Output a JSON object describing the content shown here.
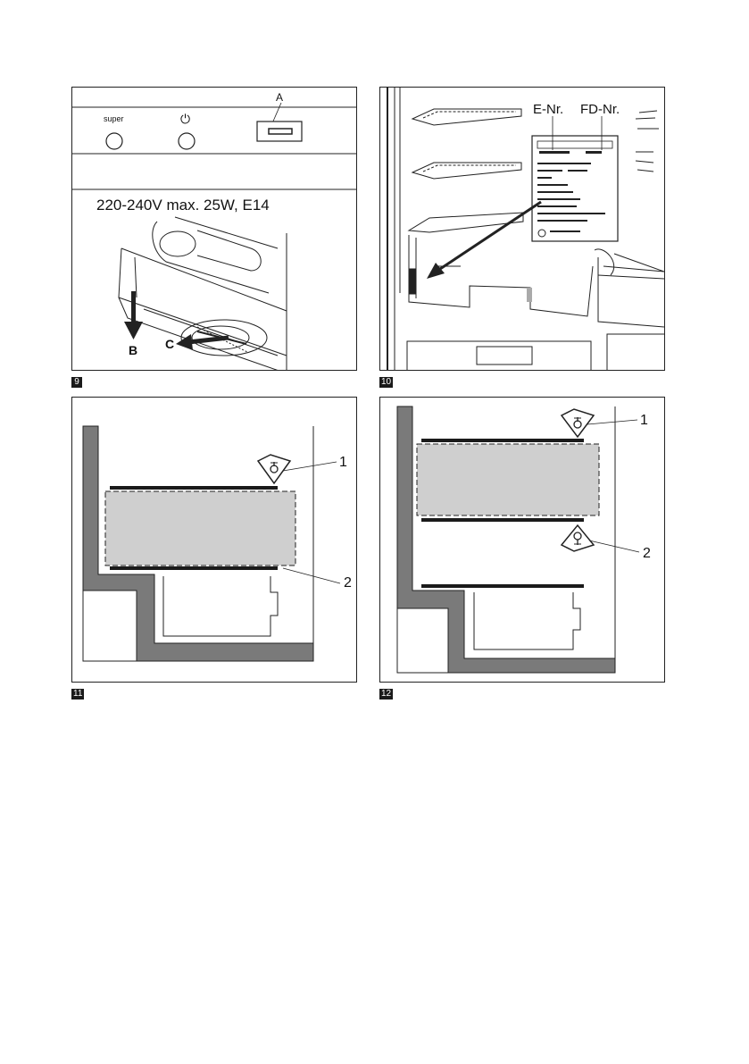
{
  "figures": [
    {
      "number": "9",
      "labels": {
        "A": "A",
        "B": "B",
        "C": "C",
        "super": "super",
        "power_symbol": "⏻",
        "spec": "220-240V max.  25W, E14"
      }
    },
    {
      "number": "10",
      "labels": {
        "e_nr": "E-Nr.",
        "fd_nr": "FD-Nr."
      }
    },
    {
      "number": "11",
      "labels": {
        "callout1": "1",
        "callout2": "2"
      }
    },
    {
      "number": "12",
      "labels": {
        "callout1": "1",
        "callout2": "2"
      }
    }
  ],
  "colors": {
    "wall": "#7a7a7a",
    "load_area": "#cfcfcf",
    "line": "#1a1a1a"
  }
}
